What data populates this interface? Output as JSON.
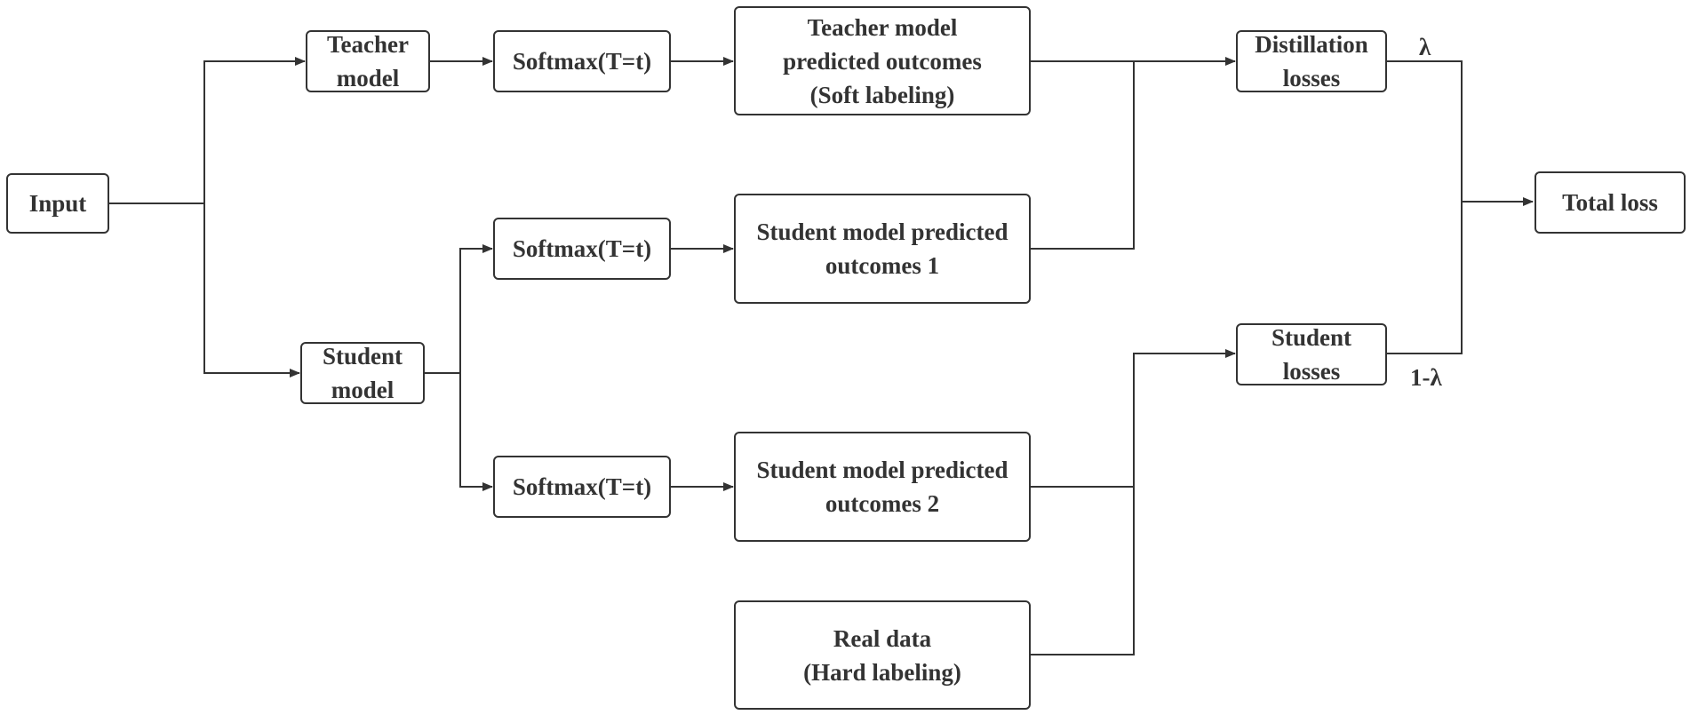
{
  "nodes": {
    "input": [
      "Input"
    ],
    "teacher_model": [
      "Teacher",
      "model"
    ],
    "student_model": [
      "Student",
      "model"
    ],
    "softmax_teacher": [
      "Softmax(T=t)"
    ],
    "softmax_student_1": [
      "Softmax(T=t)"
    ],
    "softmax_student_2": [
      "Softmax(T=t)"
    ],
    "teacher_outcomes": [
      "Teacher model",
      "predicted outcomes",
      "(Soft labeling)"
    ],
    "student_outcomes_1": [
      "Student model predicted",
      "outcomes 1"
    ],
    "student_outcomes_2": [
      "Student model predicted",
      "outcomes 2"
    ],
    "real_data": [
      "Real data",
      "(Hard labeling)"
    ],
    "distillation_losses": [
      "Distillation",
      "losses"
    ],
    "student_losses": [
      "Student",
      "losses"
    ],
    "total_loss": [
      "Total loss"
    ]
  },
  "weights": {
    "lambda": "λ",
    "one_minus_lambda": "1-λ"
  },
  "colors": {
    "stroke": "#333333",
    "text": "#333333",
    "background": "#ffffff"
  }
}
